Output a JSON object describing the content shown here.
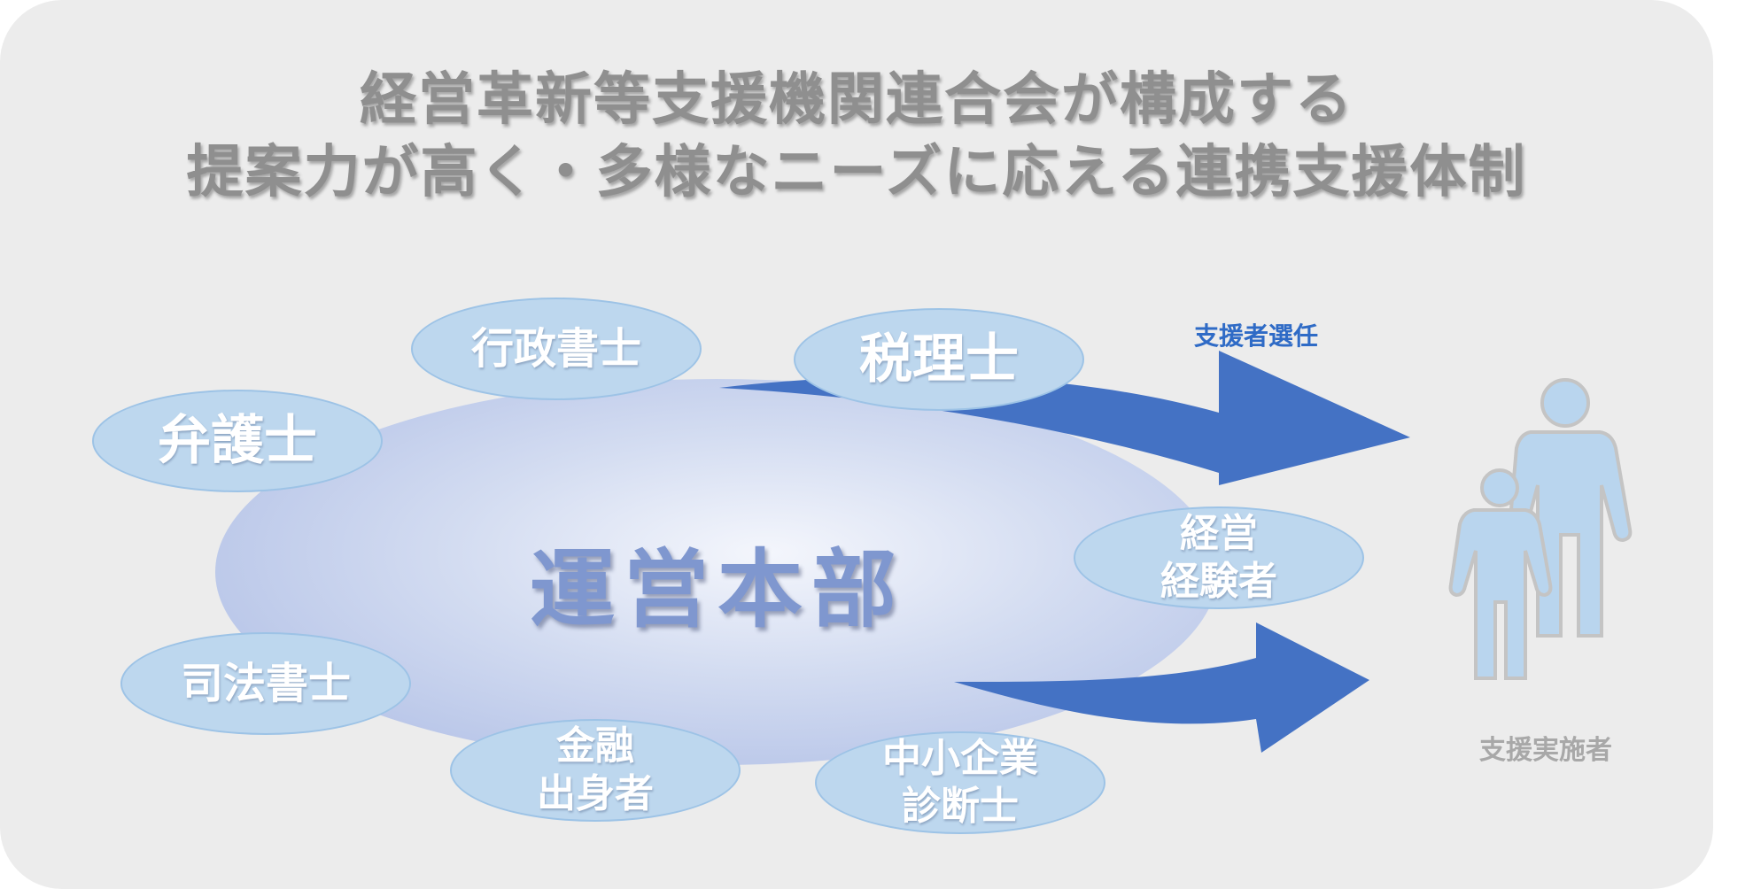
{
  "title": {
    "line1": "経営革新等支援機関連合会が構成する",
    "line2": "提案力が高く・多様なニーズに応える連携支援体制"
  },
  "center": {
    "label": "運営本部"
  },
  "members": [
    {
      "id": "gyosei",
      "lines": [
        "行政書士"
      ]
    },
    {
      "id": "zeiri",
      "lines": [
        "税理士"
      ]
    },
    {
      "id": "bengo",
      "lines": [
        "弁護士"
      ]
    },
    {
      "id": "keiei",
      "lines": [
        "経営",
        "経験者"
      ]
    },
    {
      "id": "shiho",
      "lines": [
        "司法書士"
      ]
    },
    {
      "id": "kinyu",
      "lines": [
        "金融",
        "出身者"
      ]
    },
    {
      "id": "chusho",
      "lines": [
        "中小企業",
        "診断士"
      ]
    }
  ],
  "arrow_label": "支援者選任",
  "recipient_label": "支援実施者",
  "colors": {
    "background": "#ececec",
    "node_fill": "#bdd7ee",
    "arrow": "#4472c4",
    "person": "#b9d5ee"
  }
}
